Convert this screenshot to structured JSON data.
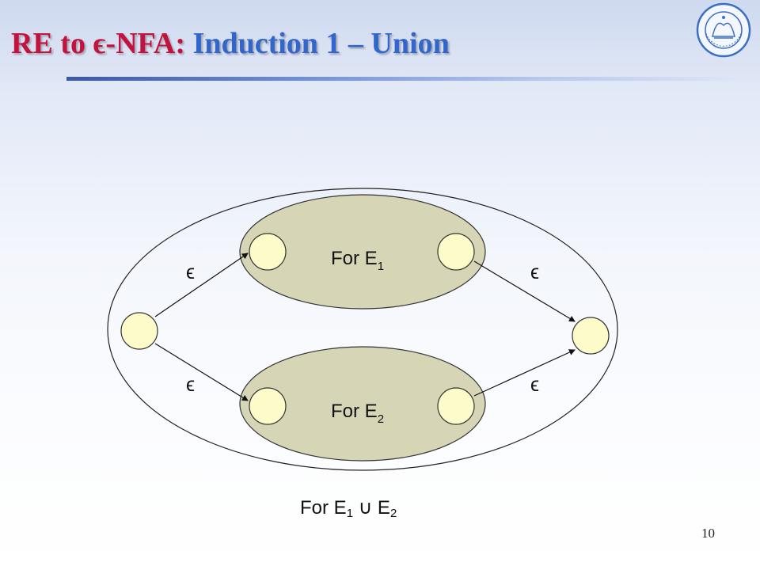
{
  "slide": {
    "title_part1": "RE to ϵ-NFA: ",
    "title_part2": "Induction 1 – Union",
    "page_number": "10"
  },
  "diagram": {
    "top_block_label": "For E",
    "top_block_sub": "1",
    "bottom_block_label": "For E",
    "bottom_block_sub": "2",
    "epsilon": "ϵ",
    "caption_prefix": "For E",
    "caption_sub1": "1",
    "caption_op": " ∪ E",
    "caption_sub2": "2"
  },
  "colors": {
    "title_red": "#c4123e",
    "title_blue": "#3366cc",
    "state_fill": "#fdfbc9",
    "block_fill": "#d6d6b6",
    "logo_blue": "#3b6fc2"
  }
}
